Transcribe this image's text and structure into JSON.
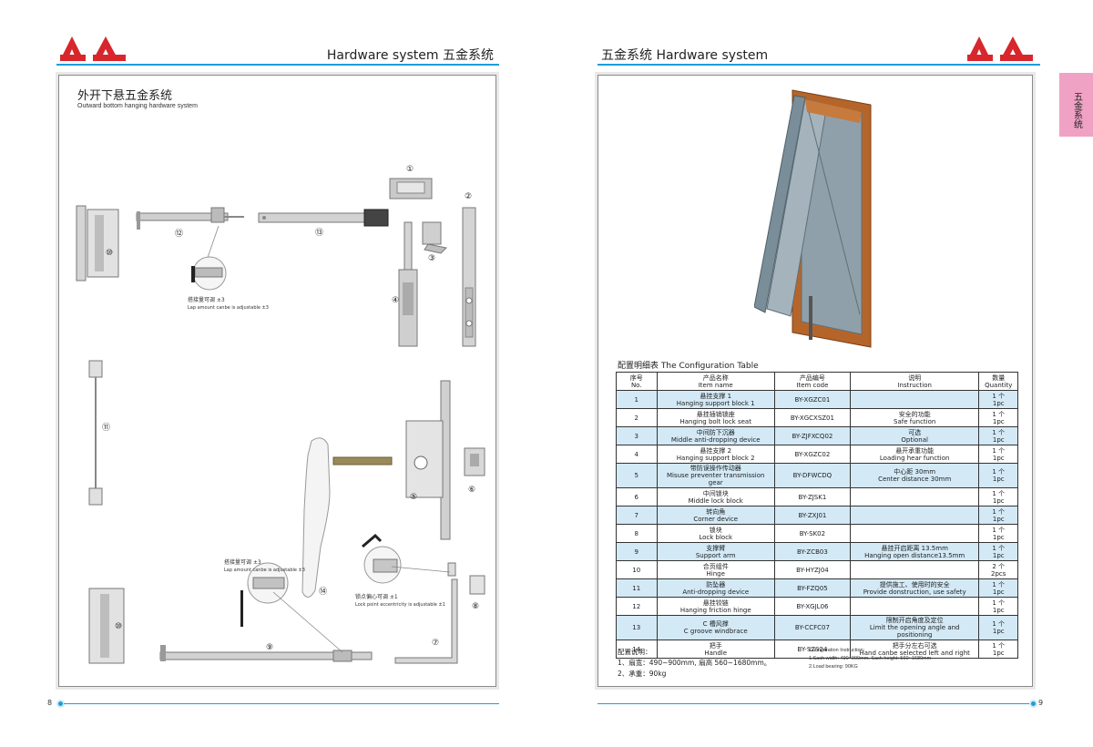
{
  "left": {
    "header": "Hardware system 五金系统",
    "section_title": "外开下悬五金系统",
    "section_subtitle": "Outward bottom hanging hardware system",
    "callouts": [
      "①",
      "②",
      "③",
      "④",
      "⑤",
      "⑥",
      "⑦",
      "⑧",
      "⑨",
      "⑩",
      "⑪",
      "⑫",
      "⑬",
      "⑭",
      "⑩"
    ],
    "notes": [
      {
        "zh": "搭接量可调 ±3",
        "en": "Lap amount canbe is adjustable ±3"
      },
      {
        "zh": "搭接量可调 ±3",
        "en": "Lap amount canbe is adjustable ±3"
      },
      {
        "zh": "锁点偏心可调 ±1",
        "en": "Lock point eccentricity is adjustable ±1"
      }
    ],
    "page_number": "8"
  },
  "right": {
    "header": "五金系统 Hardware system",
    "side_tab": "五金系统",
    "table_title": "配置明细表 The Configuration Table",
    "table_headers": [
      {
        "zh": "序号",
        "en": "No."
      },
      {
        "zh": "产品名称",
        "en": "Item name"
      },
      {
        "zh": "产品编号",
        "en": "Item code"
      },
      {
        "zh": "说明",
        "en": "Instruction"
      },
      {
        "zh": "数量",
        "en": "Quantity"
      }
    ],
    "rows": [
      {
        "no": "1",
        "name_zh": "悬挂支撑 1",
        "name_en": "Hanging support block 1",
        "code": "BY-XGZC01",
        "ins_zh": "",
        "ins_en": "",
        "qty_zh": "1 个",
        "qty_en": "1pc"
      },
      {
        "no": "2",
        "name_zh": "悬挂插销锁座",
        "name_en": "Hanging bolt lock seat",
        "code": "BY-XGCXSZ01",
        "ins_zh": "安全的功能",
        "ins_en": "Safe function",
        "qty_zh": "1 个",
        "qty_en": "1pc"
      },
      {
        "no": "3",
        "name_zh": "中间防下沉器",
        "name_en": "Middle anti-dropping device",
        "code": "BY-ZJFXCQ02",
        "ins_zh": "可选",
        "ins_en": "Optional",
        "qty_zh": "1 个",
        "qty_en": "1pc"
      },
      {
        "no": "4",
        "name_zh": "悬挂支撑 2",
        "name_en": "Hanging support block 2",
        "code": "BY-XGZC02",
        "ins_zh": "悬开承重功能",
        "ins_en": "Loading hear function",
        "qty_zh": "1 个",
        "qty_en": "1pc"
      },
      {
        "no": "5",
        "name_zh": "带防误操作传动器",
        "name_en": "Misuse preventer transmission gear",
        "code": "BY-DFWCDQ",
        "ins_zh": "中心距 30mm",
        "ins_en": "Center distance 30mm",
        "qty_zh": "1 个",
        "qty_en": "1pc"
      },
      {
        "no": "6",
        "name_zh": "中间锁块",
        "name_en": "Middle lock block",
        "code": "BY-ZJSK1",
        "ins_zh": "",
        "ins_en": "",
        "qty_zh": "1 个",
        "qty_en": "1pc"
      },
      {
        "no": "7",
        "name_zh": "转向角",
        "name_en": "Corner device",
        "code": "BY-ZXJ01",
        "ins_zh": "",
        "ins_en": "",
        "qty_zh": "1 个",
        "qty_en": "1pc"
      },
      {
        "no": "8",
        "name_zh": "锁块",
        "name_en": "Lock block",
        "code": "BY-SK02",
        "ins_zh": "",
        "ins_en": "",
        "qty_zh": "1 个",
        "qty_en": "1pc"
      },
      {
        "no": "9",
        "name_zh": "支撑臂",
        "name_en": "Support arm",
        "code": "BY-ZCB03",
        "ins_zh": "悬挂开启距离 13.5mm",
        "ins_en": "Hanging open distance13.5mm",
        "qty_zh": "1 个",
        "qty_en": "1pc"
      },
      {
        "no": "10",
        "name_zh": "合页组件",
        "name_en": "Hinge",
        "code": "BY-HYZJ04",
        "ins_zh": "",
        "ins_en": "",
        "qty_zh": "2 个",
        "qty_en": "2pcs"
      },
      {
        "no": "11",
        "name_zh": "防坠器",
        "name_en": "Anti-dropping device",
        "code": "BY-FZQ05",
        "ins_zh": "提供施工、使用时的安全",
        "ins_en": "Provide donstruction, use safety",
        "qty_zh": "1 个",
        "qty_en": "1pc"
      },
      {
        "no": "12",
        "name_zh": "悬挂铰链",
        "name_en": "Hanging friction hinge",
        "code": "BY-XGJL06",
        "ins_zh": "",
        "ins_en": "",
        "qty_zh": "1 个",
        "qty_en": "1pc"
      },
      {
        "no": "13",
        "name_zh": "C 槽风撑",
        "name_en": "C groove windbrace",
        "code": "BY-CCFC07",
        "ins_zh": "限制开启角度及定位",
        "ins_en": "Limit the opening angle and positioning",
        "qty_zh": "1 个",
        "qty_en": "1pc"
      },
      {
        "no": "14",
        "name_zh": "把手",
        "name_en": "Handle",
        "code": "BY-SZS24",
        "ins_zh": "把手分左右可选",
        "ins_en": "Hand canbe selected left and right",
        "qty_zh": "1 个",
        "qty_en": "1pc"
      }
    ],
    "notes_zh": {
      "title": "配置说明：",
      "line1": "1、扇宽：490~900mm, 扇高 560~1680mm。",
      "line2": "2、承重：90kg"
    },
    "notes_en": {
      "title": "Configuration Instruction:",
      "line1": "1.Sash width: 490~900mm, Sash height: 560~1680mm",
      "line2": "2.Load bearing: 90KG"
    },
    "page_number": "9"
  },
  "colors": {
    "accent": "#1b9fd9",
    "logo_red": "#d7262c",
    "row_blue": "#d3e9f6",
    "tab_pink": "#f0a2c5",
    "frame_wood": "#b5652a",
    "frame_gray": "#7a8e99"
  }
}
